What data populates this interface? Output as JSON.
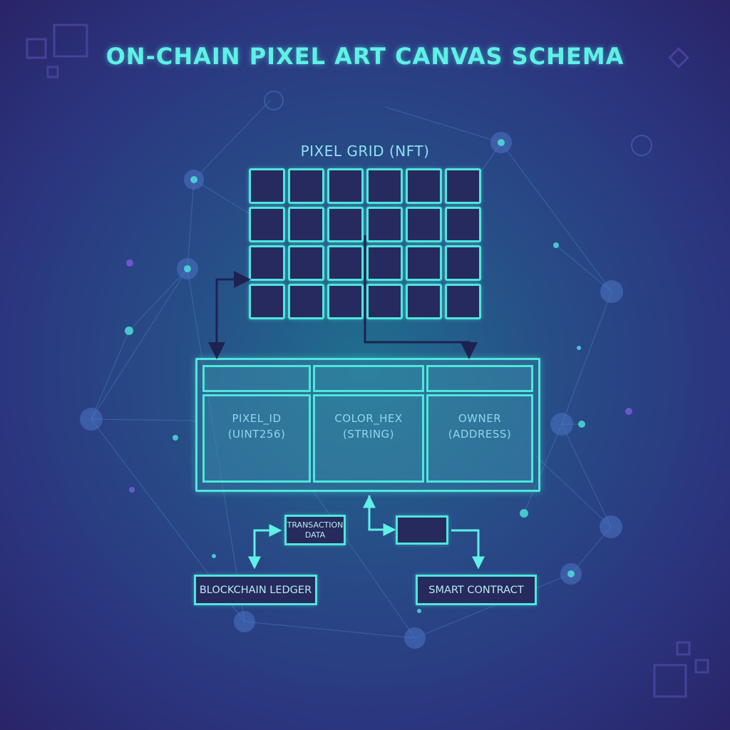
{
  "title": "ON-CHAIN PIXEL ART CANVAS SCHEMA",
  "pixel_grid": {
    "label": "PIXEL GRID (NFT)",
    "rows": 4,
    "cols": 6
  },
  "schema_table": {
    "columns": [
      {
        "name": "PIXEL_ID",
        "type": "(UINT256)"
      },
      {
        "name": "COLOR_HEX",
        "type": "(STRING)"
      },
      {
        "name": "OWNER",
        "type": "(ADDRESS)"
      }
    ]
  },
  "boxes": {
    "transaction_line1": "TRANSACTION",
    "transaction_line2": "DATA",
    "ledger": "BLOCKCHAIN LEDGER",
    "contract": "SMART CONTRACT"
  },
  "colors": {
    "accent": "#4fe6dc",
    "title": "#5ff0e6",
    "cell_fill": "#272a5e",
    "dark_connector": "#1e2250",
    "background_center": "#1f6f8f",
    "background_edge": "#2a2468"
  }
}
